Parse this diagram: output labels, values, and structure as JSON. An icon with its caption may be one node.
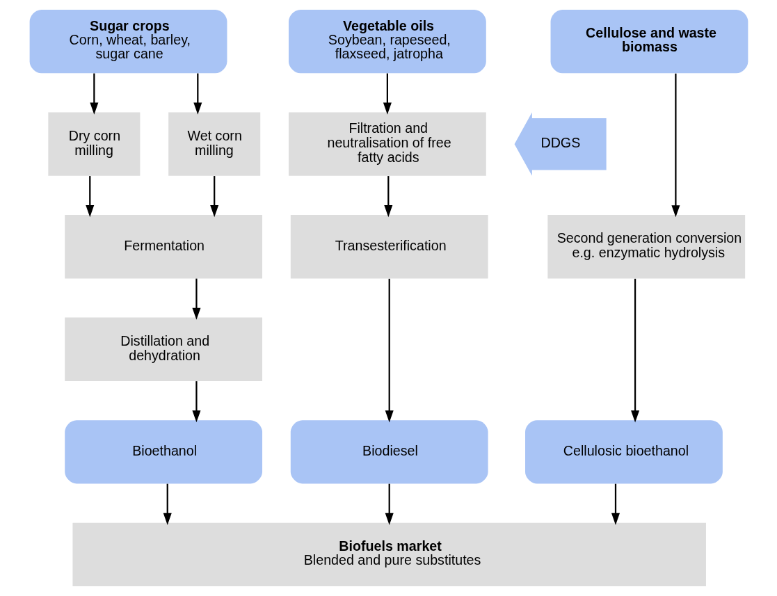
{
  "diagram": {
    "nodes": [
      {
        "text": [
          "Sugar crops",
          "Corn, wheat, barley, sugar cane"
        ]
      },
      {
        "text": [
          "Vegetable oils",
          "Soybean, rapeseed, flaxseed, jatropha"
        ]
      },
      {
        "text": [
          "Cellulose and waste biomass"
        ]
      },
      {
        "text": [
          "DDGS"
        ]
      },
      {
        "text": [
          "Dry corn milling"
        ]
      },
      {
        "text": [
          "Wet corn milling"
        ]
      },
      {
        "text": [
          "Filtration and neutralisation of free fatty acids"
        ]
      },
      {
        "text": [
          "Fermentation"
        ]
      },
      {
        "text": [
          "Transesterification"
        ]
      },
      {
        "text": [
          "Second generation conversion e.g. enzymatic hydrolysis"
        ]
      },
      {
        "text": [
          "Distillation and dehydration"
        ]
      },
      {
        "text": [
          "Bioethanol"
        ]
      },
      {
        "text": [
          "Biodiesel"
        ]
      },
      {
        "text": [
          "Cellulosic bioethanol"
        ]
      },
      {
        "text": [
          "Biofuels market",
          "Blended and pure substitutes"
        ]
      }
    ],
    "edges": [
      {
        "from": 0,
        "to": 4,
        "arrow": "to"
      },
      {
        "from": 0,
        "to": 5,
        "arrow": "to"
      },
      {
        "from": 4,
        "to": 7,
        "arrow": "to"
      },
      {
        "from": 5,
        "to": 7,
        "arrow": "to"
      },
      {
        "from": 1,
        "to": 6,
        "arrow": "to"
      },
      {
        "from": 6,
        "to": 8,
        "arrow": "to"
      },
      {
        "from": 2,
        "to": 9,
        "arrow": "to"
      },
      {
        "from": 7,
        "to": 10,
        "arrow": "to"
      },
      {
        "from": 10,
        "to": 11,
        "arrow": "to"
      },
      {
        "from": 8,
        "to": 12,
        "arrow": "to"
      },
      {
        "from": 9,
        "to": 13,
        "arrow": "to"
      },
      {
        "from": 11,
        "to": 14,
        "arrow": "to"
      },
      {
        "from": 12,
        "to": 14,
        "arrow": "to"
      },
      {
        "from": 13,
        "to": 14,
        "arrow": "to"
      }
    ]
  }
}
